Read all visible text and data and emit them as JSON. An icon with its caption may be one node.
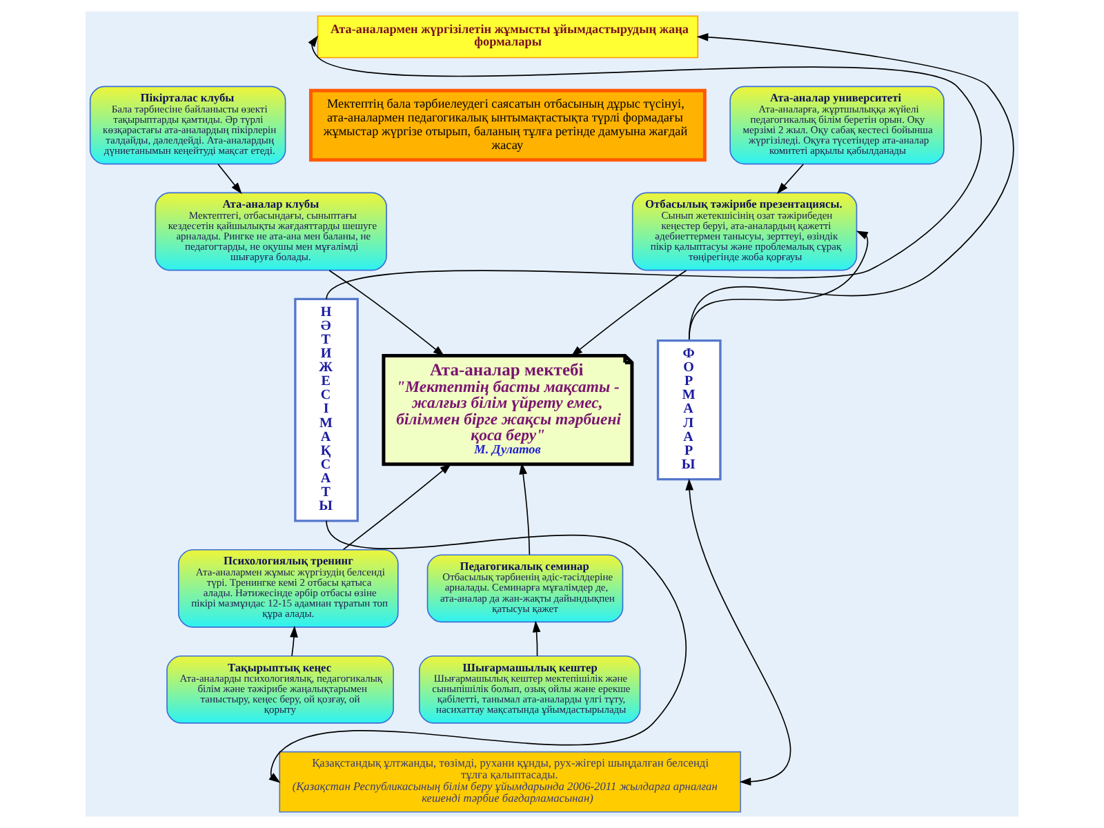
{
  "diagram": {
    "nodes": [
      {
        "text": [
          "Ата-аналармен жүргізілетін жұмысты ұйымдастырудың жаңа формалары"
        ]
      },
      {
        "text": [
          "Мектептің бала тәрбиелеудегі саясатын отбасының дұрыс түсінуі, ата-аналармен педагогикалық ынтымақтастықта түрлі формадағы жұмыстар жүргізе отырып, баланың тұлға ретінде дамуына жағдай жасау"
        ]
      },
      {
        "text": [
          "Пікірталас клубы",
          "Бала тәрбиесіне байланысты өзекті тақырыптарды қамтиды. Әр түрлі көзқарастағы ата-аналардың пікірлерін талдайды, дәлелдейді. Ата-аналардың дүниетанымын кеңейтуді мақсат етеді."
        ]
      },
      {
        "text": [
          "Ата-аналар клубы",
          "Мектептегі, отбасындағы, сыныптағы кездесетін қайшылықты жағдаяттарды шешуге арналады. Рингке не ата-ана мен баланы, не педагогтарды, не оқушы мен мұғалімді шығаруға болады."
        ]
      },
      {
        "text": [
          "Психологиялық тренинг",
          "Ата-аналармен жұмыс жүргізудің белсенді түрі. Тренингке кемі 2 отбасы қатыса алады. Нәтижесінде әрбір отбасы өзіне пікірі мазмұндас 12-15 адамнан тұратын топ құра алады."
        ]
      },
      {
        "text": [
          "Тақырыптық кеңес",
          "Ата-аналарды психологиялық, педагогикалық білім және тәжірибе жаңалықтарымен таныстыру, кеңес беру, ой қозғау, ой қорыту"
        ]
      },
      {
        "text": [
          "Ата-аналар университеті",
          "Ата-аналарға, жұртшылыққа жүйелі педагогикалық білім беретін орын. Оқу мерзімі 2 жыл. Оқу сабақ кестесі бойынша жүргізіледі. Оқуға түсетіндер ата-аналар комитеті арқылы қабылданады"
        ]
      },
      {
        "text": [
          "Отбасылық тәжірибе презентациясы.",
          "Сынып жетекшісінің озат тәжірибеден кеңестер беруі, ата-аналардың қажетті әдебиеттермен танысуы, зерттеуі, өзіндік пікір қалыптасуы және проблемалық сұрақ төңірегінде жоба қорғауы"
        ]
      },
      {
        "text": [
          "Педагогикалық семинар",
          "Отбасылық тәрбиенің әдіс-тәсілдеріне арналады. Семинарға мұғалімдер де, ата-аналар да жан-жақты дайындықпен қатысуы қажет"
        ]
      },
      {
        "text": [
          "Шығармашылық кештер",
          "Шығармашылық кештер мектепішілік және сыныпішілік болып, озық ойлы және ерекше қабілетті, танымал ата-аналарды үлгі тұту, насихаттау мақсатында ұйымдастырылады"
        ]
      },
      {
        "text": [
          "Ата-аналар мектебі",
          "\"Мектептің басты мақсаты - жалғыз білім үйрету емес, біліммен бірге жақсы тәрбиені қоса беру\"",
          "М. Дулатов"
        ]
      },
      {
        "text": [
          "Қазақстандық ұлтжанды, төзімді, рухани құнды, рух-жігері шыңдалған белсенді тұлға қалыптасады.",
          "(Қазақстан Республикасының білім беру ұйымдарында 2006-2011 жылдарға арналған кешенді тәрбие бағдарламасынан)"
        ]
      },
      {
        "text": [
          "НӘТИЖЕСІ МАҚСАТЫ"
        ]
      },
      {
        "text": [
          "ФОРМАЛАРЫ"
        ]
      }
    ],
    "edges": [
      {
        "from": 2,
        "to": 3,
        "arrow": "to"
      },
      {
        "from": 3,
        "to": 10,
        "arrow": "to"
      },
      {
        "from": 4,
        "to": 10,
        "arrow": "to"
      },
      {
        "from": 5,
        "to": 4,
        "arrow": "to"
      },
      {
        "from": 6,
        "to": 7,
        "arrow": "to"
      },
      {
        "from": 7,
        "to": 10,
        "arrow": "to"
      },
      {
        "from": 8,
        "to": 10,
        "arrow": "to"
      },
      {
        "from": 9,
        "to": 8,
        "arrow": "to"
      },
      {
        "from": 12,
        "to": 0,
        "arrow": "to"
      },
      {
        "from": 12,
        "to": 11,
        "arrow": "to"
      },
      {
        "from": 13,
        "to": 0,
        "arrow": "to"
      },
      {
        "from": 13,
        "to": 7,
        "arrow": "to"
      },
      {
        "from": 11,
        "to": 13,
        "arrow": "both"
      }
    ]
  }
}
